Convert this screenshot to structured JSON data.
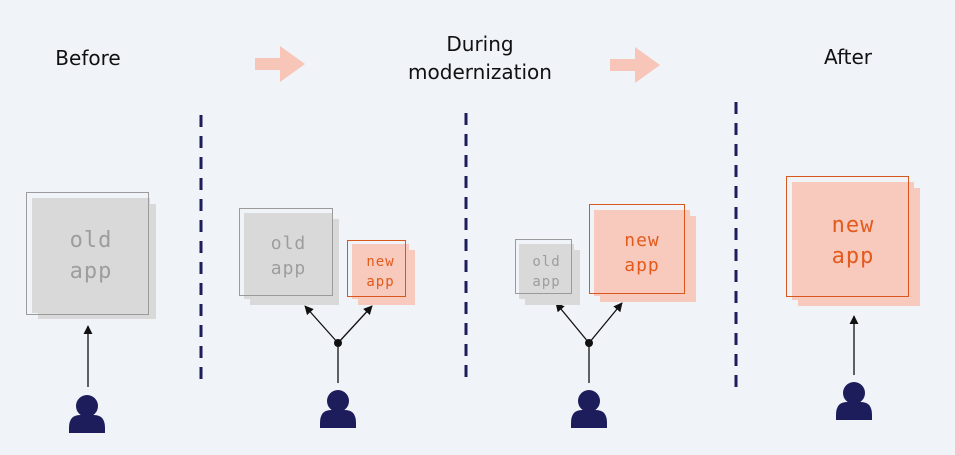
{
  "stages": {
    "before": {
      "label": "Before"
    },
    "during": {
      "label_line1": "During",
      "label_line2": "modernization"
    },
    "after": {
      "label": "After"
    }
  },
  "boxes": {
    "before_old": {
      "line1": "old",
      "line2": "app"
    },
    "during1_old": {
      "line1": "old",
      "line2": "app"
    },
    "during1_new": {
      "line1": "new",
      "line2": "app"
    },
    "during2_old": {
      "line1": "old",
      "line2": "app"
    },
    "during2_new": {
      "line1": "new",
      "line2": "app"
    },
    "after_new": {
      "line1": "new",
      "line2": "app"
    }
  },
  "colors": {
    "background": "#f0f3f8",
    "old_fill": "#d9d9d9",
    "old_text": "#9d9d9d",
    "new_fill": "#f8c9bd",
    "new_text": "#e25a1c",
    "progress_arrow": "#f8c6b8",
    "divider": "#1d1d5c",
    "user": "#1d1d5c",
    "line": "#111111"
  },
  "icons": [
    "user-icon",
    "progress-arrow-icon",
    "routing-split-icon"
  ]
}
